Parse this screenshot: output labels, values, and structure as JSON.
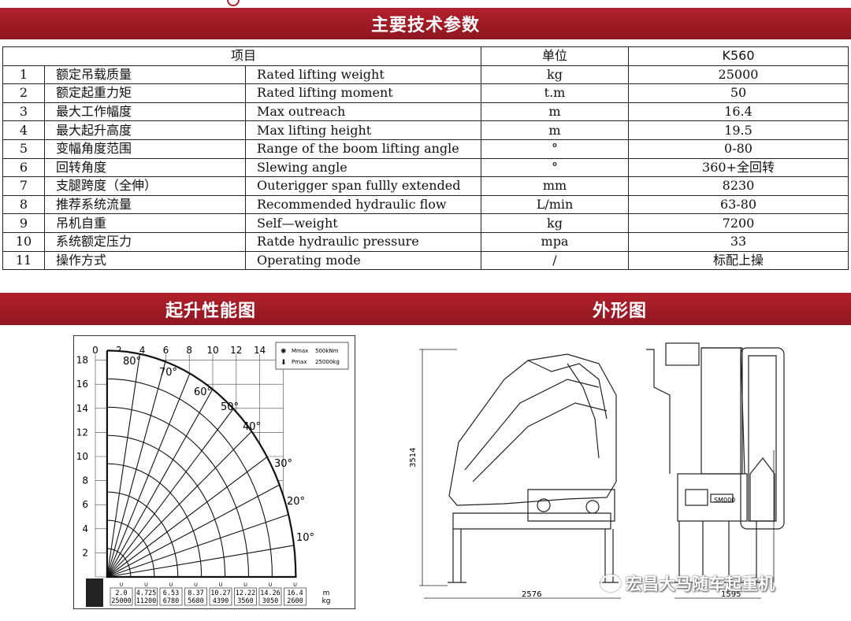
{
  "header": {
    "title": "主要技术参数"
  },
  "table": {
    "head": {
      "item": "项目",
      "unit": "单位",
      "model": "K560"
    },
    "rows": [
      {
        "no": "1",
        "cn": "额定吊载质量",
        "en": "Rated lifting weight",
        "unit": "kg",
        "value": "25000"
      },
      {
        "no": "2",
        "cn": "额定起重力矩",
        "en": "Rated lifting moment",
        "unit": "t.m",
        "value": "50"
      },
      {
        "no": "3",
        "cn": "最大工作幅度",
        "en": "Max outreach",
        "unit": "m",
        "value": "16.4"
      },
      {
        "no": "4",
        "cn": "最大起升高度",
        "en": "Max lifting height",
        "unit": "m",
        "value": "19.5"
      },
      {
        "no": "5",
        "cn": "变幅角度范围",
        "en": "Range of the boom lifting angle",
        "unit": "°",
        "value": "0-80"
      },
      {
        "no": "6",
        "cn": "回转角度",
        "en": "Slewing angle",
        "unit": "°",
        "value": "360+全回转"
      },
      {
        "no": "7",
        "cn": "支腿跨度（全伸）",
        "en": "Outerigger span fullly extended",
        "unit": "mm",
        "value": "8230"
      },
      {
        "no": "8",
        "cn": "推荐系统流量",
        "en": "Recommended hydraulic flow",
        "unit": "L/min",
        "value": "63-80"
      },
      {
        "no": "9",
        "cn": "吊机自重",
        "en": "Self—weight",
        "unit": "kg",
        "value": "7200"
      },
      {
        "no": "10",
        "cn": "系统额定压力",
        "en": "Ratde hydraulic pressure",
        "unit": "mpa",
        "value": "33"
      },
      {
        "no": "11",
        "cn": "操作方式",
        "en": "Operating mode",
        "unit": "/",
        "value": "标配上操"
      }
    ]
  },
  "sections": {
    "lift_chart": "起升性能图",
    "outline": "外形图"
  },
  "lift_chart": {
    "x_ticks": [
      "0",
      "2",
      "4",
      "6",
      "8",
      "10",
      "12",
      "14"
    ],
    "y_ticks": [
      "18",
      "16",
      "14",
      "12",
      "10",
      "8",
      "6",
      "4",
      "2"
    ],
    "angles": [
      "80°",
      "70°",
      "60°",
      "50°",
      "40°",
      "30°",
      "20°",
      "10°"
    ],
    "legend": [
      {
        "sym": "Mmax",
        "val": "500kNm"
      },
      {
        "sym": "Pmax",
        "val": "25000kg"
      }
    ],
    "outreach": [
      "2.0",
      "4.725",
      "6.53",
      "8.37",
      "10.27",
      "12.22",
      "14.26",
      "16.4"
    ],
    "loads": [
      "25000",
      "11200",
      "6780",
      "5680",
      "4390",
      "3560",
      "3050",
      "2600"
    ],
    "units": [
      "m",
      "kg"
    ]
  },
  "outline": {
    "height": "3514",
    "width_side": "2576",
    "width_front": "1595",
    "plate": "SM000"
  },
  "watermark": "宏昌大马随车起重机",
  "colors": {
    "banner": "#a01c26"
  }
}
